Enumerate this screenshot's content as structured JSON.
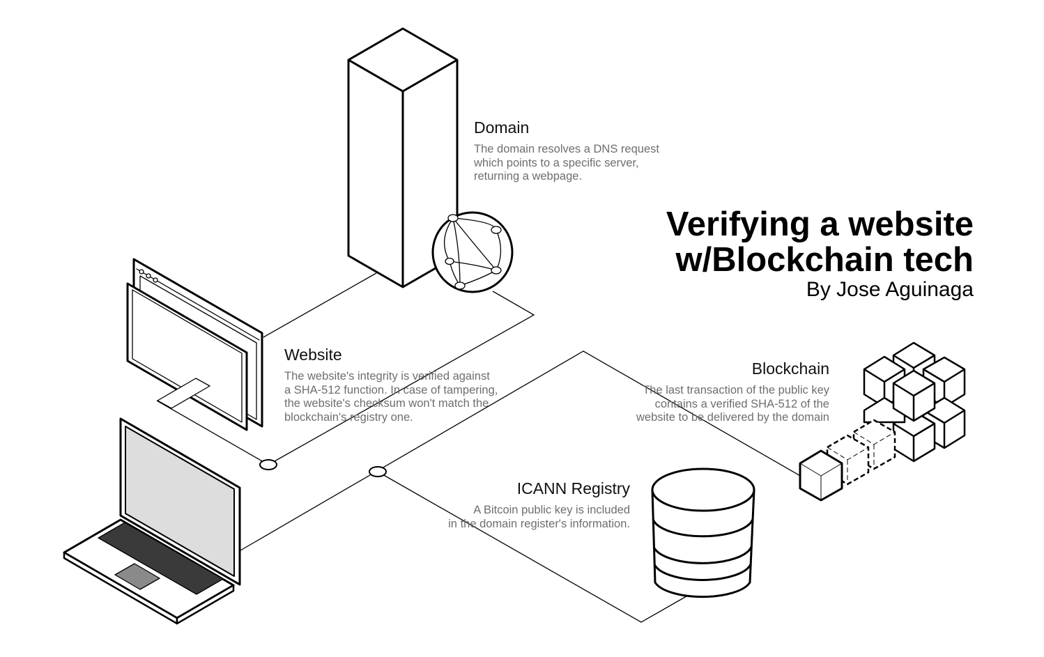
{
  "title": {
    "line1": "Verifying a website",
    "line2": "w/Blockchain tech",
    "byline": "By Jose Aguinaga"
  },
  "domain": {
    "label": "Domain",
    "description": "The domain resolves a DNS request\nwhich points to a specific server,\nreturning a webpage."
  },
  "website": {
    "label": "Website",
    "description": "The website's integrity is verified against\na SHA-512 function. In case of tampering,\nthe website's checksum won't match the\nblockchain's registry one."
  },
  "blockchain": {
    "label": "Blockchain",
    "description": "The last transaction of the public key\ncontains a verified SHA-512 of the\nwebsite to be delivered by the domain"
  },
  "icann": {
    "label": "ICANN Registry",
    "description": "A Bitcoin public key is included\nin the domain register's information."
  },
  "icons": [
    "server-icon",
    "globe-icon",
    "browser-window-icon",
    "laptop-icon",
    "database-icon",
    "blockchain-cubes-icon"
  ],
  "colors": {
    "line": "#000000",
    "description_text": "#6e6e6e",
    "title_text": "#000000"
  }
}
